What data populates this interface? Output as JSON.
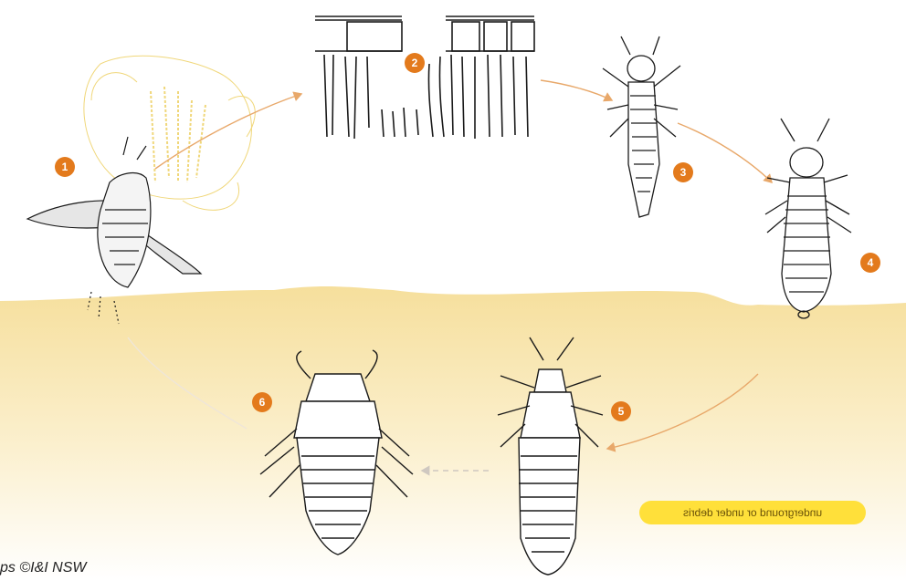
{
  "colors": {
    "badge": "#e37a1c",
    "ground_top": "#f6df9c",
    "ground_bottom": "#ffffff",
    "pill": "#ffe03a",
    "ink": "#1a1a1a",
    "flower": "#f0d77a",
    "arrow": "#e8a86a"
  },
  "stages": [
    {
      "label": "1",
      "icon": "flower-adult-icon"
    },
    {
      "label": "2",
      "icon": "eggs-in-tissue-icon"
    },
    {
      "label": "3",
      "icon": "larva-first-instar-icon"
    },
    {
      "label": "4",
      "icon": "larva-second-instar-icon"
    },
    {
      "label": "5",
      "icon": "prepupa-icon"
    },
    {
      "label": "6",
      "icon": "pupa-icon"
    }
  ],
  "habitat_label": "underground or under debris",
  "credit": "ps ©I&I NSW"
}
